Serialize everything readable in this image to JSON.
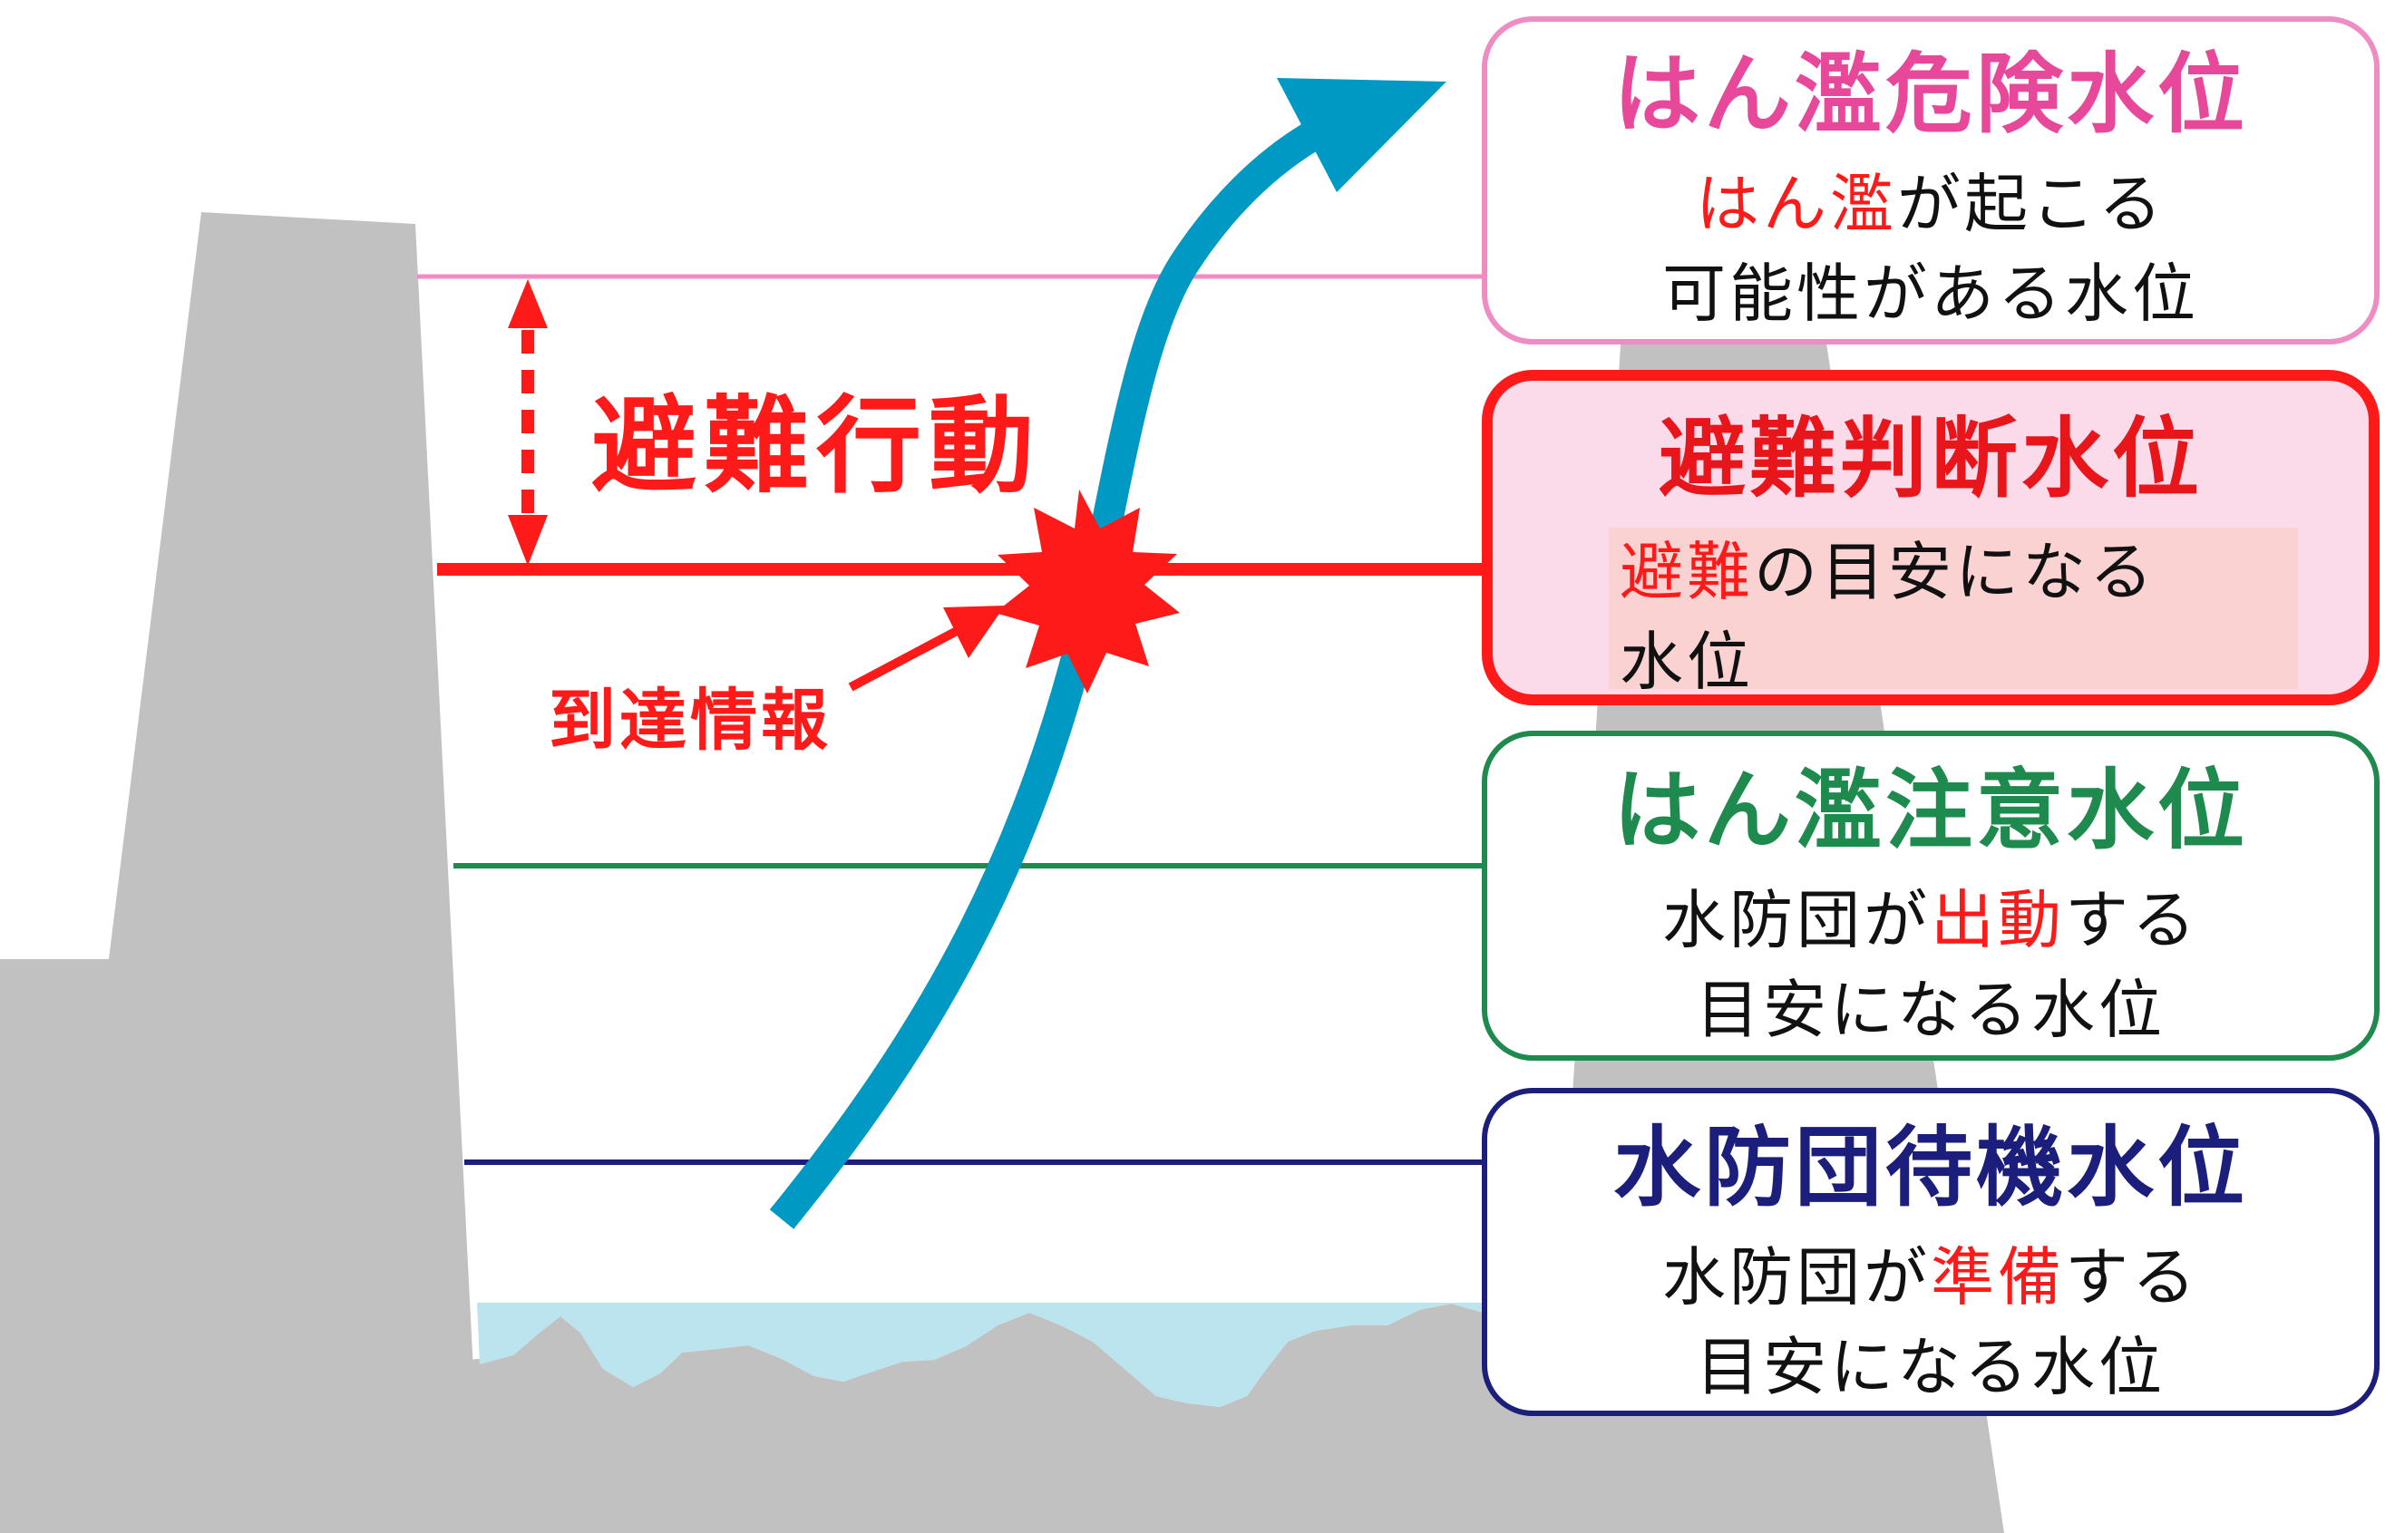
{
  "labels": {
    "evacuation_action": "避難行動",
    "arrival_info": "到達情報"
  },
  "levels": {
    "danger": {
      "title": "はん濫危険水位",
      "desc_line1_hl": "はん濫",
      "desc_line1_rest": "が起こる",
      "desc_line2": "可能性がある水位"
    },
    "evacuation": {
      "title": "避難判断水位",
      "desc_line1_hl": "避難",
      "desc_line1_rest": "の目安になる",
      "desc_line2": "水位"
    },
    "caution": {
      "title": "はん濫注意水位",
      "desc_line1_pre": "水防団が",
      "desc_line1_hl": "出動",
      "desc_line1_post": "する",
      "desc_line2": "目安になる水位"
    },
    "standby": {
      "title": "水防団待機水位",
      "desc_line1_pre": "水防団が",
      "desc_line1_hl": "準備",
      "desc_line1_post": "する",
      "desc_line2": "目安になる水位"
    }
  },
  "colors": {
    "danger_line": "#f08cc4",
    "evacuation_line": "#ff1a1a",
    "caution_line": "#1e8a4e",
    "standby_line": "#1b1e7a",
    "levee": "#c1c1c1",
    "water": "#bce4ee",
    "rising_arrow": "#0099c4",
    "alert_accent": "#ff1a1a"
  },
  "icons": {
    "rising_water_arrow": "curved-up-arrow",
    "threshold_burst": "starburst",
    "action_range": "double-headed-dotted-arrow",
    "pointer": "arrow"
  }
}
